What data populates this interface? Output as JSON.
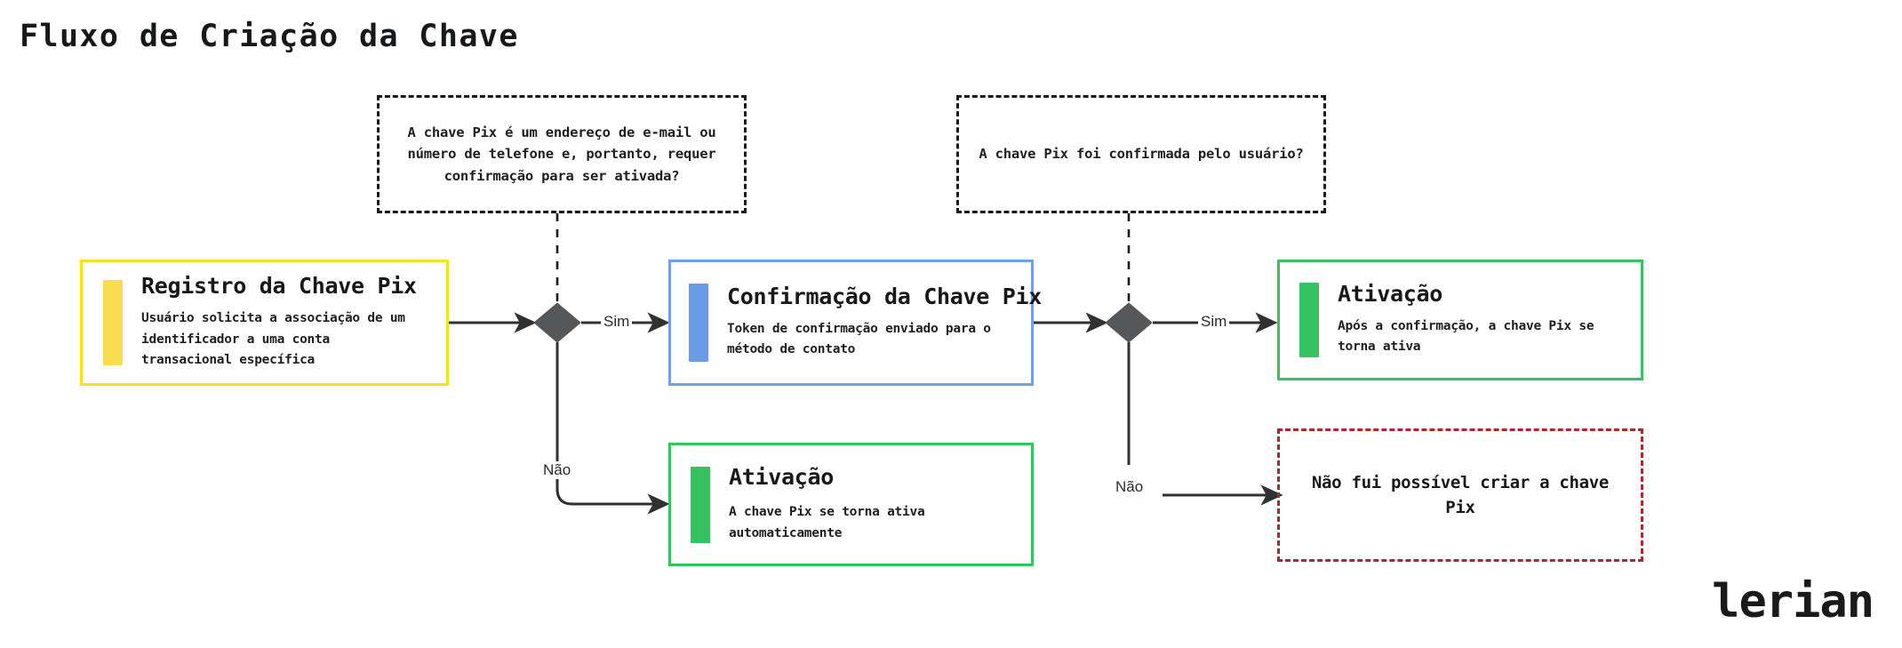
{
  "page": {
    "title": "Fluxo de Criação da Chave",
    "brand": "lerian",
    "background": "#ffffff"
  },
  "colors": {
    "yellow_border": "#F2E51E",
    "yellow_accent": "#FADD4E",
    "blue_border": "#6FA0E8",
    "blue_accent": "#6C9BE6",
    "green_border": "#36C260",
    "green_accent": "#36C260",
    "red_dashed": "#A62B2B",
    "diamond": "#555759",
    "connector": "#2f3133",
    "text": "#17181a"
  },
  "questions": [
    {
      "id": "q1",
      "text": "A chave Pix é um endereço de e-mail ou número de telefone e, portanto, requer confirmação para ser ativada?"
    },
    {
      "id": "q2",
      "text": "A chave Pix foi confirmada pelo usuário?"
    }
  ],
  "cards": [
    {
      "id": "registro",
      "color": "yellow",
      "title": "Registro da Chave Pix",
      "desc": "Usuário solicita a associação de um identificador a uma conta transacional específica"
    },
    {
      "id": "confirmacao",
      "color": "blue",
      "title": "Confirmação da Chave Pix",
      "desc": "Token de confirmação enviado para o método de contato"
    },
    {
      "id": "ativacao-confirmada",
      "color": "green",
      "title": "Ativação",
      "desc": "Após a confirmação, a chave Pix se torna ativa"
    },
    {
      "id": "ativacao-automatica",
      "color": "green",
      "title": "Ativação",
      "desc": "A chave Pix se torna ativa automaticamente"
    }
  ],
  "error_box": {
    "id": "erro",
    "text": "Não fui possível criar a chave Pix"
  },
  "edge_labels": {
    "sim_1": "Sim",
    "nao_1": "Não",
    "sim_2": "Sim",
    "nao_2": "Não"
  }
}
